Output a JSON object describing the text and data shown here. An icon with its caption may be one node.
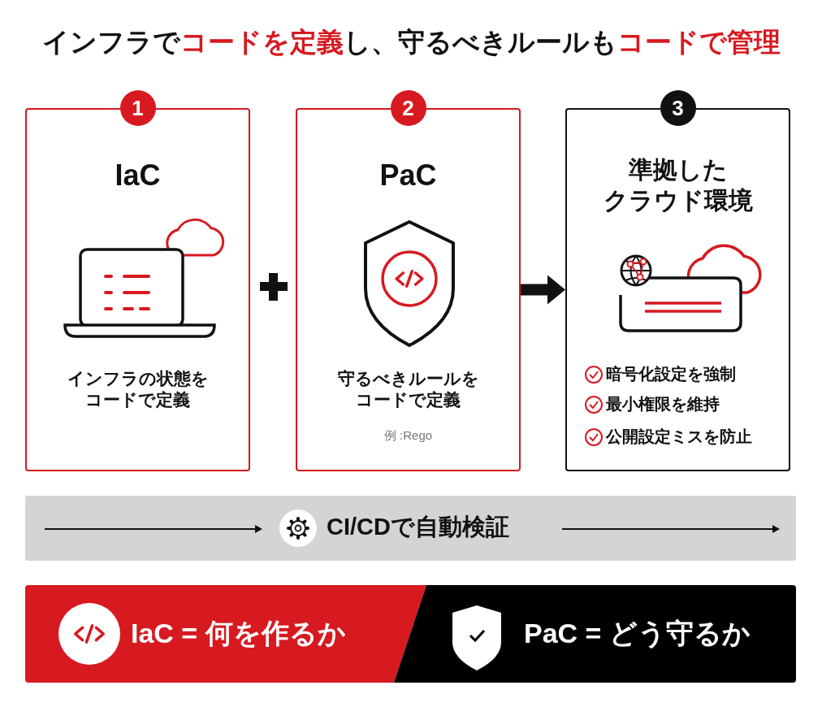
{
  "diagram": {
    "title": "インフラで**コードを定義**し、守るべきルールも**コードで管理**",
    "nodes": [
      {
        "text": [
          "1",
          "IaC",
          "インフラの状態をコードで定義"
        ]
      },
      {
        "text": [
          "2",
          "PaC",
          "守るべきルールをコードで定義",
          "例 :Rego"
        ]
      },
      {
        "text": [
          "3",
          "準拠したクラウド環境",
          "暗号化設定を強制",
          "最小権限を維持",
          "公開設定ミスを防止"
        ]
      },
      {
        "text": [
          "CI/CDで自動検証"
        ]
      },
      {
        "text": [
          "IaC = 何を作るか"
        ]
      },
      {
        "text": [
          "PaC = どう守るか"
        ]
      }
    ],
    "edges": [
      {
        "from": 1,
        "to": 2,
        "arrow": "to"
      }
    ]
  }
}
